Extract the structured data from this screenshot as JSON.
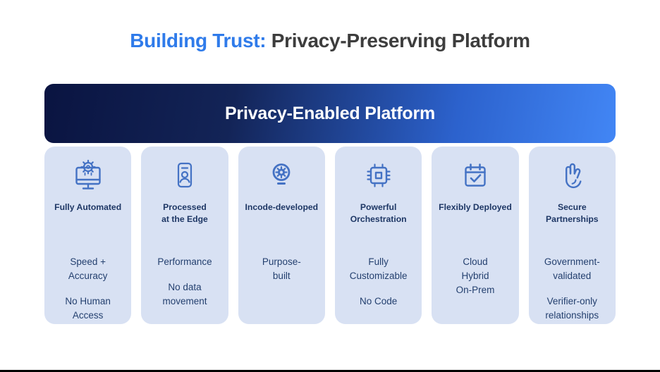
{
  "title": {
    "highlight": "Building Trust:",
    "rest": " Privacy-Preserving Platform"
  },
  "banner": {
    "label": "Privacy-Enabled Platform"
  },
  "cards": [
    {
      "icon": "automation-monitor-gear-icon",
      "heading": "Fully Automated",
      "items": [
        "Speed +\nAccuracy",
        "No Human\nAccess"
      ]
    },
    {
      "icon": "id-badge-icon",
      "heading": "Processed\nat the Edge",
      "items": [
        "Performance",
        "No data\nmovement"
      ]
    },
    {
      "icon": "lightbulb-gear-icon",
      "heading": "Incode-developed",
      "items": [
        "Purpose-\nbuilt"
      ]
    },
    {
      "icon": "cpu-chip-icon",
      "heading": "Powerful\nOrchestration",
      "items": [
        "Fully\nCustomizable",
        "No Code"
      ]
    },
    {
      "icon": "calendar-check-icon",
      "heading": "Flexibly Deployed",
      "items": [
        "Cloud\nHybrid\nOn-Prem"
      ]
    },
    {
      "icon": "raised-hand-icon",
      "heading": "Secure\nPartnerships",
      "items": [
        "Government-\nvalidated",
        "Verifier-only\nrelationships"
      ]
    }
  ],
  "theme": {
    "accent-blue": "#2f7bea",
    "title-dark": "#3d3d3d",
    "banner-from": "#0a1441",
    "banner-mid1": "#132457",
    "banner-mid2": "#2c62cd",
    "banner-to": "#4286f5",
    "banner-text": "#ffffff",
    "card-bg": "#d8e1f3",
    "heading-navy": "#1e3765",
    "body-navy": "#24406f",
    "icon-blue": "#4472c4"
  }
}
